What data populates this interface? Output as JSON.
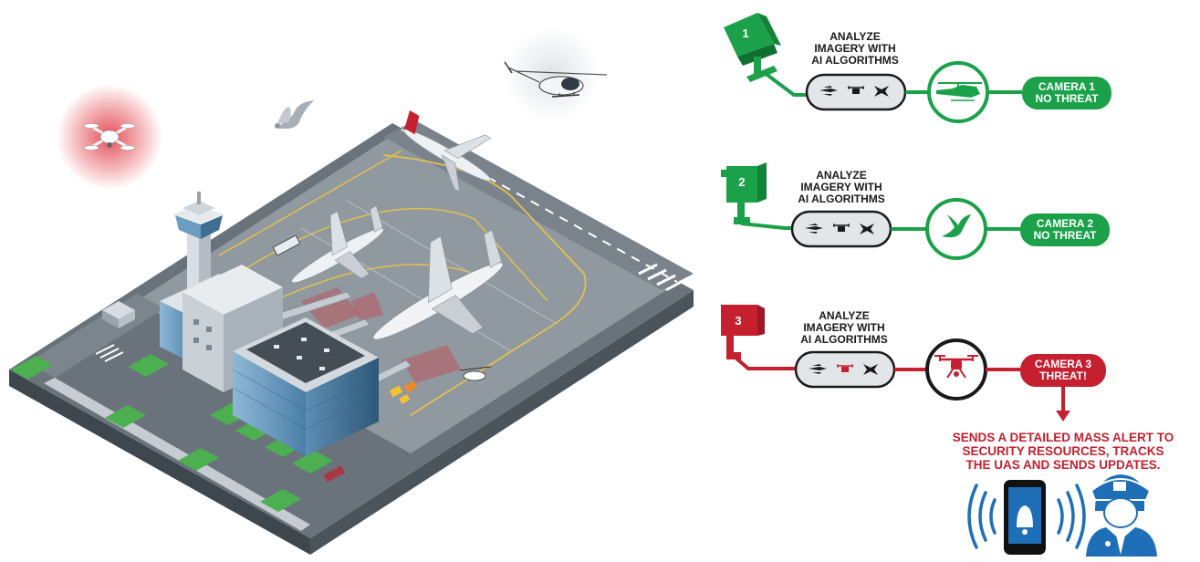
{
  "cameras": [
    {
      "number": "1",
      "analyze_line1": "ANALYZE",
      "analyze_line2": "IMAGERY WITH",
      "analyze_line3": "AI ALGORITHMS",
      "status_line1": "CAMERA 1",
      "status_line2": "NO THREAT",
      "detected_icon": "helicopter-icon",
      "color": "#1aa14a"
    },
    {
      "number": "2",
      "analyze_line1": "ANALYZE",
      "analyze_line2": "IMAGERY WITH",
      "analyze_line3": "AI ALGORITHMS",
      "status_line1": "CAMERA 2",
      "status_line2": "NO THREAT",
      "detected_icon": "bird-icon",
      "color": "#1aa14a"
    },
    {
      "number": "3",
      "analyze_line1": "ANALYZE",
      "analyze_line2": "IMAGERY WITH",
      "analyze_line3": "AI ALGORITHMS",
      "status_line1": "CAMERA 3",
      "status_line2": "THREAT!",
      "detected_icon": "drone-icon",
      "color": "#c4202f"
    }
  ],
  "alert": {
    "line1": "SENDS A DETAILED MASS ALERT TO",
    "line2": "SECURITY RESOURCES, TRACKS",
    "line3": "THE UAS AND SENDS UPDATES."
  },
  "colors": {
    "green": "#1aa14a",
    "red": "#c4202f",
    "blue": "#1f6fb8",
    "tarmac": "#8a929a",
    "ground": "#5d666f"
  },
  "icons": [
    "drone-icon",
    "bird-icon",
    "helicopter-icon",
    "airport-icon",
    "control-tower-icon",
    "airplane-icon",
    "security-camera-icon",
    "smartphone-bell-icon",
    "police-officer-icon"
  ]
}
